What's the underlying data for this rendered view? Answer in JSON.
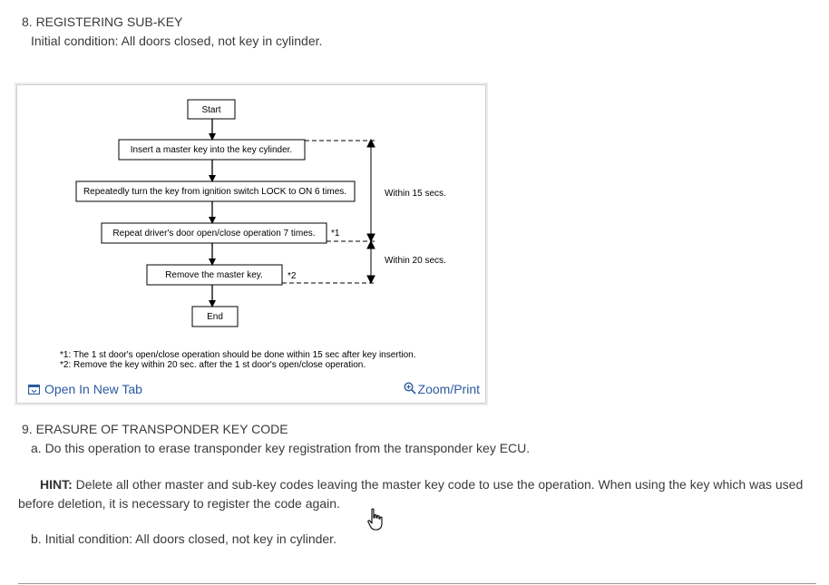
{
  "section8": {
    "title": "8. REGISTERING SUB-KEY",
    "condition": "Initial condition: All doors closed, not key in cylinder."
  },
  "flowchart": {
    "steps": {
      "start": "Start",
      "insert": "Insert a master key into the key cylinder.",
      "turn": "Repeatedly turn the key from ignition switch LOCK to ON 6 times.",
      "repeat": "Repeat driver's door open/close operation 7 times.",
      "remove": "Remove the master key.",
      "end": "End"
    },
    "markers": {
      "m1": "*1",
      "m2": "*2"
    },
    "timing": {
      "first": "Within 15 secs.",
      "second": "Within 20 secs."
    },
    "notes": {
      "n1": "*1: The 1 st door's open/close operation should be done within 15 sec after key insertion.",
      "n2": "*2: Remove the key within 20 sec. after the 1 st door's open/close operation."
    }
  },
  "figure_links": {
    "open_tab": "Open In New Tab",
    "zoom_print": "Zoom/Print"
  },
  "section9": {
    "title": "9. ERASURE OF TRANSPONDER KEY CODE",
    "item_a": "a. Do this operation to erase transponder key registration from the transponder key ECU.",
    "hint_label": "HINT:",
    "hint_text": " Delete all other master and sub-key codes leaving the master key code to use the operation. When using the key which was used before deletion, it is necessary to register the code again.",
    "item_b": "b. Initial condition: All doors closed, not key in cylinder."
  },
  "icons": {
    "open_tab": "open-new-tab-icon",
    "zoom": "zoom-icon",
    "cursor": "hand-pointer-icon"
  },
  "colors": {
    "link": "#2c5aa0",
    "text": "#3a3a3a"
  }
}
